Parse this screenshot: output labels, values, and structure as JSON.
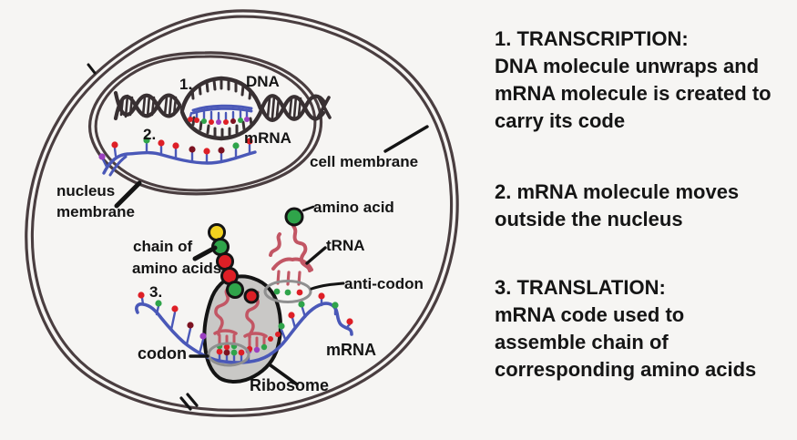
{
  "diagram": {
    "labels": {
      "step1": "1.",
      "dna": "DNA",
      "mrna_nucleus": "mRNA",
      "step2": "2.",
      "cell_membrane": "cell membrane",
      "nucleus_membrane": [
        "nucleus",
        "membrane"
      ],
      "amino_acid": "amino acid",
      "trna": "tRNA",
      "anti_codon": "anti-codon",
      "chain_of_amino_acids": [
        "chain of",
        "amino acids"
      ],
      "step3": "3.",
      "codon": "codon",
      "mrna_cytoplasm": "mRNA",
      "ribosome": "Ribosome"
    },
    "colors": {
      "paper": "#f6f5f3",
      "ink": "#141414",
      "membrane": "#4a3e40",
      "dna": "#383032",
      "mrna_strand": "#4a58b8",
      "trna": "#c25664",
      "ribosome_fill": "#c4c3c2",
      "ellipse_gray": "#8f8f8f",
      "dot_red": "#de1f26",
      "dot_green": "#2fa44a",
      "dot_purple": "#9b3fc0",
      "dot_dark_red": "#7c1220",
      "amino_yellow": "#f2d21f"
    }
  },
  "side_text": {
    "steps": [
      {
        "lines": [
          "1. TRANSCRIPTION:",
          "DNA molecule unwraps and",
          "mRNA molecule is created to",
          "carry its code"
        ]
      },
      {
        "lines": [
          "2. mRNA molecule moves",
          "outside the nucleus"
        ]
      },
      {
        "lines": [
          "3. TRANSLATION:",
          "mRNA code used to",
          "assemble chain of",
          "corresponding amino acids"
        ]
      }
    ]
  }
}
